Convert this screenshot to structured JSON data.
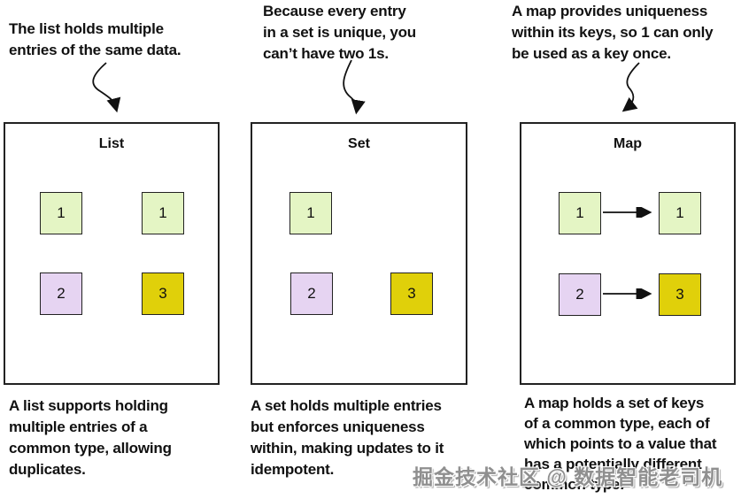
{
  "palette": {
    "green": "#e4f5c4",
    "purple": "#e6d4f2",
    "yellow": "#e0d00a"
  },
  "list": {
    "annotation": "The list holds multiple\nentries of the same data.",
    "title": "List",
    "cells": [
      {
        "label": "1",
        "color": "green"
      },
      {
        "label": "1",
        "color": "green"
      },
      {
        "label": "2",
        "color": "purple"
      },
      {
        "label": "3",
        "color": "yellow"
      }
    ],
    "description": "A list supports holding\nmultiple entries of a\ncommon type, allowing\nduplicates."
  },
  "set": {
    "annotation": "Because every entry\nin a set is unique, you\ncan’t have two 1s.",
    "title": "Set",
    "cells": [
      {
        "label": "1",
        "color": "green"
      },
      {
        "label": "2",
        "color": "purple"
      },
      {
        "label": "3",
        "color": "yellow"
      }
    ],
    "description": "A set holds multiple entries\nbut enforces uniqueness\nwithin, making updates to it\nidempotent."
  },
  "map": {
    "annotation": "A map provides uniqueness\nwithin its keys, so 1 can only\nbe used as a key once.",
    "title": "Map",
    "rows": [
      {
        "key": "1",
        "keyColor": "green",
        "value": "1",
        "valueColor": "green"
      },
      {
        "key": "2",
        "keyColor": "purple",
        "value": "3",
        "valueColor": "yellow"
      }
    ],
    "description": "A map holds a set of keys\nof a common type, each of\nwhich points to a value that\nhas a potentially different\ncommon type."
  },
  "watermark": "掘金技术社区 @ 数据智能老司机"
}
